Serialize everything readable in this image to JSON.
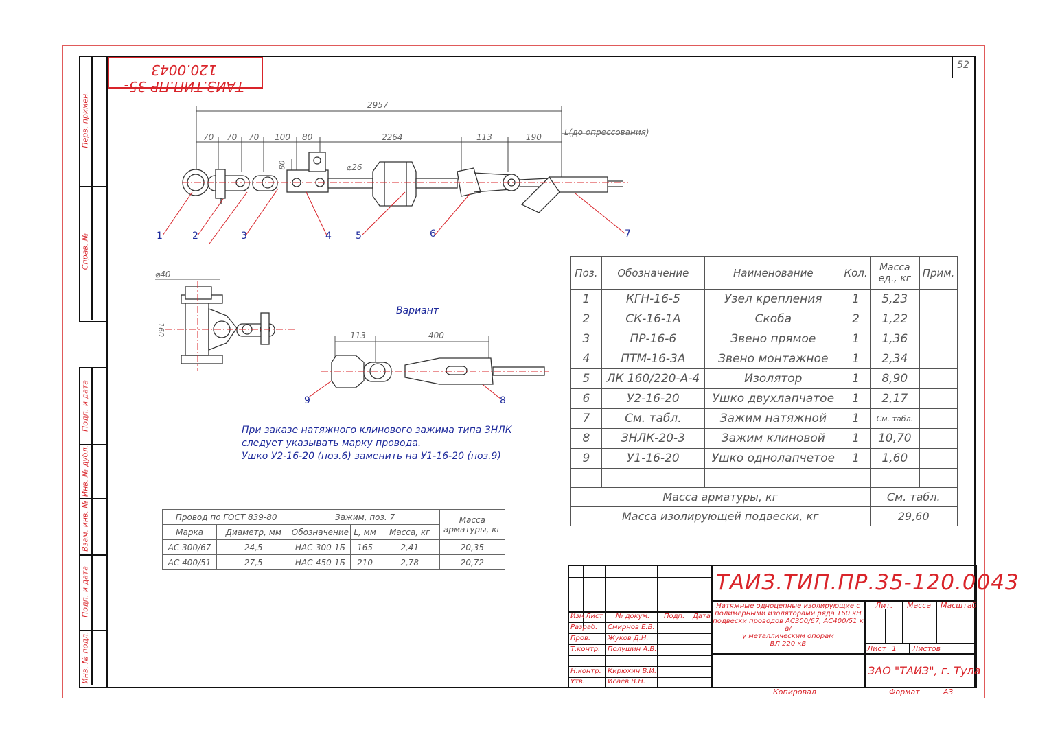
{
  "sheet_number": "52",
  "designation_mirrored": "ТАИЗ.ТИП.ПР 35-120.0043",
  "side_labels": {
    "first_use": "Перв. примен.",
    "ref_no": "Справ. №",
    "sign_date_1": "Подп. и дата",
    "dup_inv": "Инв. № дубл.",
    "replace_inv": "Взам. инв. №",
    "sign_date_2": "Подп. и дата",
    "orig_inv": "Инв. № подл."
  },
  "dimensions": {
    "total": "2957",
    "d1": "70",
    "d2": "70",
    "d3": "70",
    "d4": "100",
    "d5": "80",
    "d6": "2264",
    "d7": "113",
    "d8": "190",
    "L_label": "L(до опрессования)",
    "h80": "80",
    "dia26": "⌀26",
    "dia40": "⌀40",
    "h160": "160",
    "v113": "113",
    "v400": "400"
  },
  "variant_label": "Вариант",
  "position_numbers": [
    "1",
    "2",
    "3",
    "4",
    "5",
    "6",
    "7"
  ],
  "variant_numbers": [
    "9",
    "8"
  ],
  "note": [
    "При заказе натяжного клинового зажима типа ЗНЛК",
    "следует указывать марку провода.",
    "Ушко У2-16-20 (поз.6) заменить на У1-16-20 (поз.9)"
  ],
  "spec_table": {
    "headers": [
      "Поз.",
      "Обозначение",
      "Наименование",
      "Кол.",
      "Масса ед., кг",
      "Прим."
    ],
    "rows": [
      [
        "1",
        "КГН-16-5",
        "Узел крепления",
        "1",
        "5,23",
        ""
      ],
      [
        "2",
        "СК-16-1А",
        "Скоба",
        "2",
        "1,22",
        ""
      ],
      [
        "3",
        "ПР-16-6",
        "Звено прямое",
        "1",
        "1,36",
        ""
      ],
      [
        "4",
        "ПТМ-16-3А",
        "Звено монтажное",
        "1",
        "2,34",
        ""
      ],
      [
        "5",
        "ЛК 160/220-А-4",
        "Изолятор",
        "1",
        "8,90",
        ""
      ],
      [
        "6",
        "У2-16-20",
        "Ушко двухлапчатое",
        "1",
        "2,17",
        ""
      ],
      [
        "7",
        "См. табл.",
        "Зажим натяжной",
        "1",
        "См. табл.",
        ""
      ],
      [
        "8",
        "ЗНЛК-20-3",
        "Зажим клиновой",
        "1",
        "10,70",
        ""
      ],
      [
        "9",
        "У1-16-20",
        "Ушко однолапчетое",
        "1",
        "1,60",
        ""
      ]
    ],
    "mass_fittings_label": "Масса арматуры, кг",
    "mass_fittings_value": "См. табл.",
    "mass_suspension_label": "Масса изолирующей подвески, кг",
    "mass_suspension_value": "29,60"
  },
  "wire_table": {
    "h_wire": "Провод по ГОСТ 839-80",
    "h_clamp": "Зажим, поз. 7",
    "h_mass": "Масса арматуры, кг",
    "sub": [
      "Марка",
      "Диаметр, мм",
      "Обозначение",
      "L, мм",
      "Масса, кг"
    ],
    "rows": [
      [
        "АС 300/67",
        "24,5",
        "НАС-300-1Б",
        "165",
        "2,41",
        "20,35"
      ],
      [
        "АС 400/51",
        "27,5",
        "НАС-450-1Б",
        "210",
        "2,78",
        "20,72"
      ]
    ]
  },
  "stamp": {
    "designation": "ТАИЗ.ТИП.ПР.35-120.0043",
    "title": [
      "Натяжные одноцепные изолирующие с",
      "полимерными изоляторами ряда 160 кН",
      "подвески проводов АС300/67, АС400/51 к а/",
      "у металлическим опорам",
      "ВЛ 220 кВ"
    ],
    "lit": "Лит.",
    "mass": "Масса",
    "scale": "Масштаб",
    "sheet": "Лист",
    "sheet_no": "1",
    "sheets": "Листов",
    "cols": [
      "Изм",
      "Лист",
      "№ докум.",
      "Подп.",
      "Дата"
    ],
    "people": [
      [
        "Разраб.",
        "Смирнов Е.В."
      ],
      [
        "Пров.",
        "Жуков Д.Н."
      ],
      [
        "Т.контр.",
        "Полушин А.В."
      ],
      [
        "",
        ""
      ],
      [
        "Н.контр.",
        "Кирюхин В.И."
      ],
      [
        "Утв.",
        "Исаев В.Н."
      ]
    ],
    "company": "ЗАО \"ТАИЗ\", г. Тула",
    "copied": "Копировал",
    "format_label": "Формат",
    "format_value": "А3"
  }
}
